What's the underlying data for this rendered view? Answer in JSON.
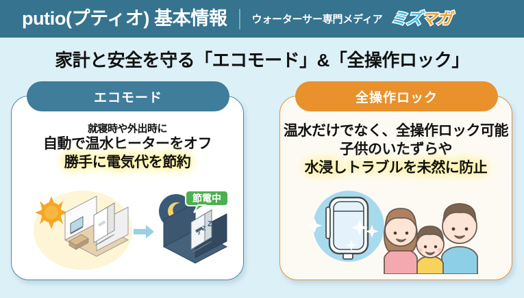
{
  "header": {
    "brand_title": "putio(プティオ) 基本情報",
    "divider": "|",
    "tagline": "ウォーターサー専門メディア",
    "logo_part_a": "ミズ",
    "logo_part_b": "マガ",
    "bar_color": "#35738f",
    "logo_color_a": "#43c3ef",
    "logo_color_b": "#f4a22a"
  },
  "headline": "家計と安全を守る「エコモード」&「全操作ロック」",
  "page": {
    "background_color": "#dcf0f8"
  },
  "cards": [
    {
      "id": "eco",
      "header_label": "エコモード",
      "header_color": "#3f7d9a",
      "border_color": "#4c88a5",
      "background_color": "#ffffff",
      "lines": [
        {
          "text": "就寝時や外出時に",
          "size": "small",
          "glow": false
        },
        {
          "text": "自動で温水ヒーターをオフ",
          "size": "big",
          "glow": false
        },
        {
          "text": "勝手に電気代を節約",
          "size": "big",
          "glow": true
        }
      ],
      "illustration": {
        "name": "day-to-night-eco-room",
        "badge_label": "節電中",
        "badge_color": "#4cb050",
        "sleep_marks": "Z",
        "day_scene": "sun-room-with-tv-and-water-server",
        "night_scene": "moon-room-with-sleeping-water-server"
      }
    },
    {
      "id": "lock",
      "header_label": "全操作ロック",
      "header_color": "#e8912d",
      "border_color": "#e8912d",
      "background_color": "#fdfaf4",
      "lines": [
        {
          "text": "温水だけでなく、全操作ロック可能",
          "size": "big",
          "glow": false
        },
        {
          "text": "子供のいたずらや",
          "size": "big",
          "glow": false
        },
        {
          "text": "水浸しトラブルを未然に防止",
          "size": "big",
          "glow": true
        }
      ],
      "illustration": {
        "name": "water-tank-and-family",
        "tank_circle_color": "#a8daee",
        "mother_color": "#f4a9b0",
        "child_color": "#f6d35c",
        "father_color": "#8ecfe8"
      }
    }
  ]
}
